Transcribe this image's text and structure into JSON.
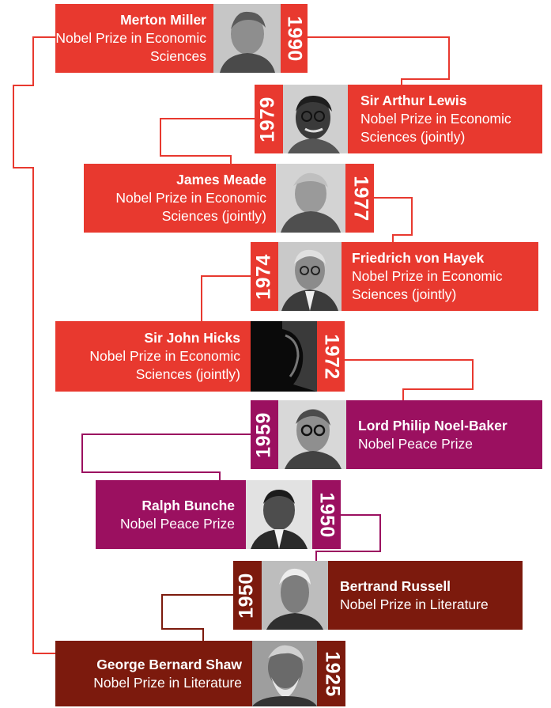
{
  "colors": {
    "economics": "#e8392f",
    "peace": "#9b1060",
    "literature": "#7c1a0d",
    "economics_line": "#e8392f",
    "peace_line": "#9b1060",
    "literature_line": "#7c1a0d"
  },
  "laureates": [
    {
      "name": "Merton Miller",
      "prize": "Nobel Prize in Economic Sciences",
      "year": "1990",
      "category": "economics"
    },
    {
      "name": "Sir Arthur Lewis",
      "prize": "Nobel Prize in Economic Sciences (jointly)",
      "year": "1979",
      "category": "economics"
    },
    {
      "name": "James Meade",
      "prize": "Nobel Prize in Economic Sciences (jointly)",
      "year": "1977",
      "category": "economics"
    },
    {
      "name": "Friedrich von Hayek",
      "prize": "Nobel Prize in Economic Sciences (jointly)",
      "year": "1974",
      "category": "economics"
    },
    {
      "name": "Sir John Hicks",
      "prize": "Nobel Prize in Economic Sciences (jointly)",
      "year": "1972",
      "category": "economics"
    },
    {
      "name": "Lord Philip Noel-Baker",
      "prize": "Nobel Peace Prize",
      "year": "1959",
      "category": "peace"
    },
    {
      "name": "Ralph Bunche",
      "prize": "Nobel Peace Prize",
      "year": "1950",
      "category": "peace"
    },
    {
      "name": "Bertrand Russell",
      "prize": "Nobel Prize in Literature",
      "year": "1950",
      "category": "literature"
    },
    {
      "name": "George Bernard Shaw",
      "prize": "Nobel Prize in Literature",
      "year": "1925",
      "category": "literature"
    }
  ]
}
